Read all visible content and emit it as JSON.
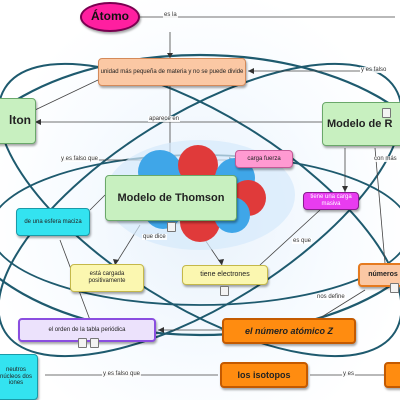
{
  "concepts": {
    "atomo": "Átomo",
    "unidad": "unidad más pequeña de materia y no se puede divide",
    "dalton": "lton",
    "rutherford": "Modelo de R",
    "thomson": "Modelo de Thomson",
    "carga_fuerza": "carga fuerza",
    "esfera": "de una esfera maciza",
    "tiene_carga_masiva": "tiene una carga masiva",
    "esta_cargada": "está cargada positivamente",
    "tiene_electrones": "tiene electrones",
    "numero": "números",
    "orden_tabla": "el orden de la tabla periódica",
    "numero_atomico": "el número atómico Z",
    "isotopos": "los isotopos",
    "neutros": "neutros núcleos dos iones"
  },
  "links": {
    "es_la": "es la",
    "y_es_falso": "y es falso",
    "aparece_en": "aparece en",
    "y_es_falso_que": "y es falso que",
    "con_mas": "con más",
    "que_dice": "que dice",
    "es_que": "es que",
    "nos_define": "nos define",
    "y_es_falso_que_2": "y es falso que",
    "y_es": "y es"
  }
}
